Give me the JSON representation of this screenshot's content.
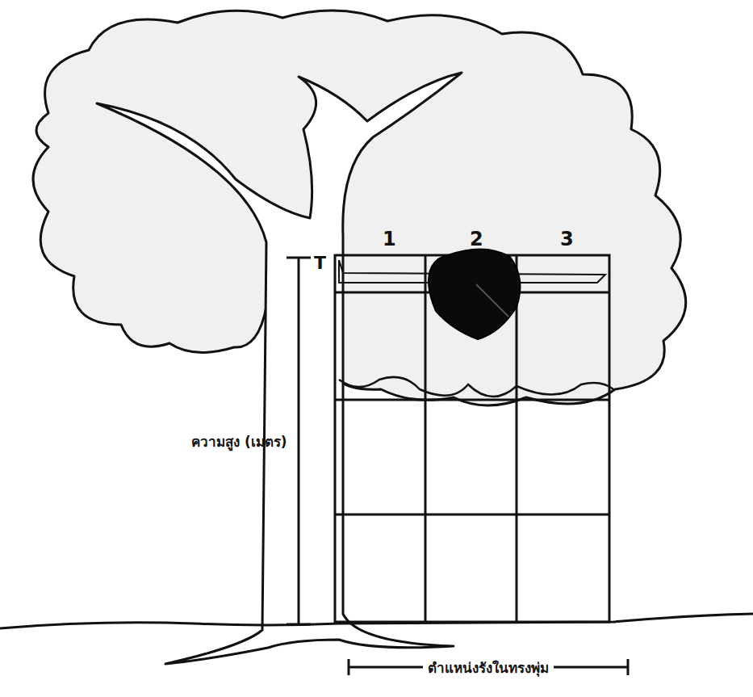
{
  "diagram": {
    "labels": [
      "T",
      "1",
      "2",
      "3",
      "ความสูง (เมตร)",
      "ตำแหน่งรังในทรงพุ่ม"
    ]
  }
}
